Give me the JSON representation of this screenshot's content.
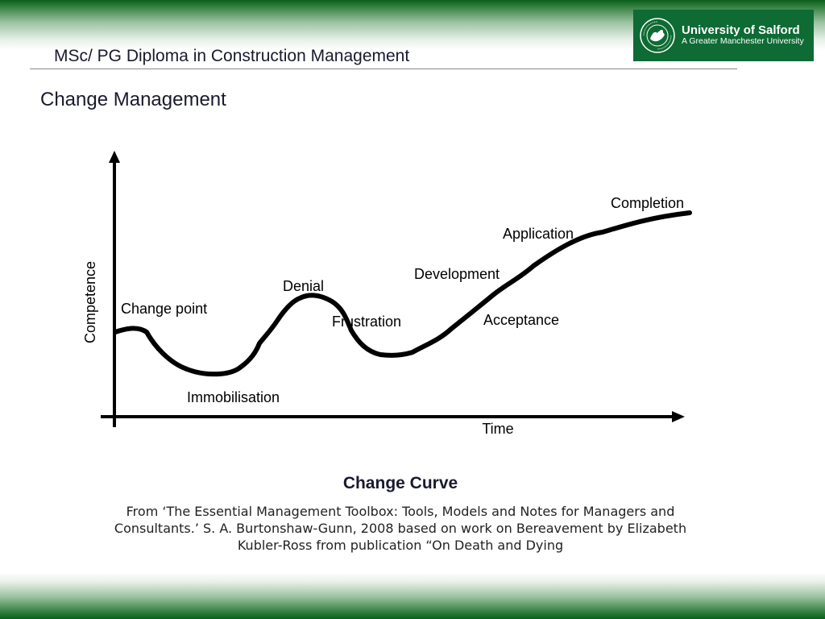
{
  "header": {
    "course_title": "MSc/ PG Diploma in Construction Management",
    "logo": {
      "name": "University of Salford",
      "subtitle": "A Greater Manchester University",
      "seal_text": "THE UNIVERSITY OF SALFORD",
      "background_color": "#0e6b33"
    }
  },
  "slide": {
    "title": "Change Management"
  },
  "diagram": {
    "y_axis_label": "Competence",
    "x_axis_label": "Time",
    "stages": {
      "change_point": "Change point",
      "immobilisation": "Immobilisation",
      "denial": "Denial",
      "frustration": "Frustration",
      "development": "Development",
      "acceptance": "Acceptance",
      "application": "Application",
      "completion": "Completion"
    }
  },
  "caption": {
    "title": "Change Curve",
    "body": "From ‘The Essential Management Toolbox: Tools, Models and Notes for Managers and Consultants.’   S. A. Burtonshaw-Gunn, 2008 based on work on Bereavement by Elizabeth Kubler-Ross from publication “On Death and Dying"
  },
  "theme": {
    "band_color": "#0b5e1c",
    "text_color": "#1a1a2e"
  }
}
